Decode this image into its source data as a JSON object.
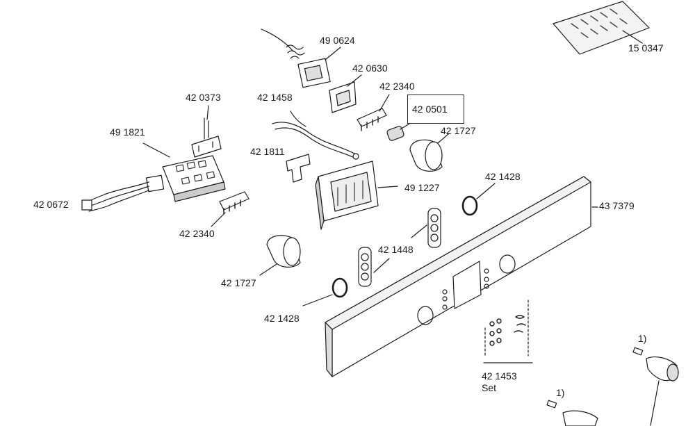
{
  "labels": {
    "p490624": "49 0624",
    "p420630": "42 0630",
    "p422340_top": "42 2340",
    "p420501": "42 0501",
    "p421727_top": "42 1727",
    "p420373": "42 0373",
    "p421458": "42 1458",
    "p491821": "49 1821",
    "p421811": "42 1811",
    "p491227": "49 1227",
    "p421428_top": "42 1428",
    "p437379": "43 7379",
    "p420672": "42 0672",
    "p422340_bottom": "42 2340",
    "p421448": "42 1448",
    "p421727_bottom": "42 1727",
    "p421428_bottom": "42 1428",
    "p421453": "42 1453",
    "p421453_set": "Set",
    "p150347": "15 0347",
    "note1_right": "1)",
    "note1_bottom": "1)"
  },
  "colors": {
    "line": "#1a1a1a",
    "fill": "#ffffff",
    "shade": "#bdbdbd"
  }
}
